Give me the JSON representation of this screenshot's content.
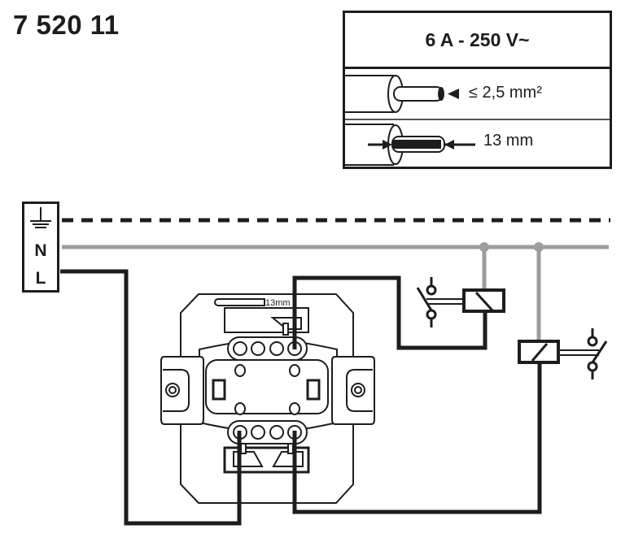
{
  "product_code": "7 520 11",
  "specs": {
    "rating": "6 A - 250 V~",
    "wire_cross_section": "≤ 2,5 mm²",
    "strip_length": "13 mm"
  },
  "terminals": {
    "earth_icon": "earth-ground-icon",
    "neutral": "N",
    "line": "L"
  },
  "device": {
    "strip_gauge_label": "13mm"
  },
  "colors": {
    "line_wire": "#1d1d1b",
    "neutral_wire": "#9d9d9c",
    "earth_wire": "#1d1d1b"
  }
}
